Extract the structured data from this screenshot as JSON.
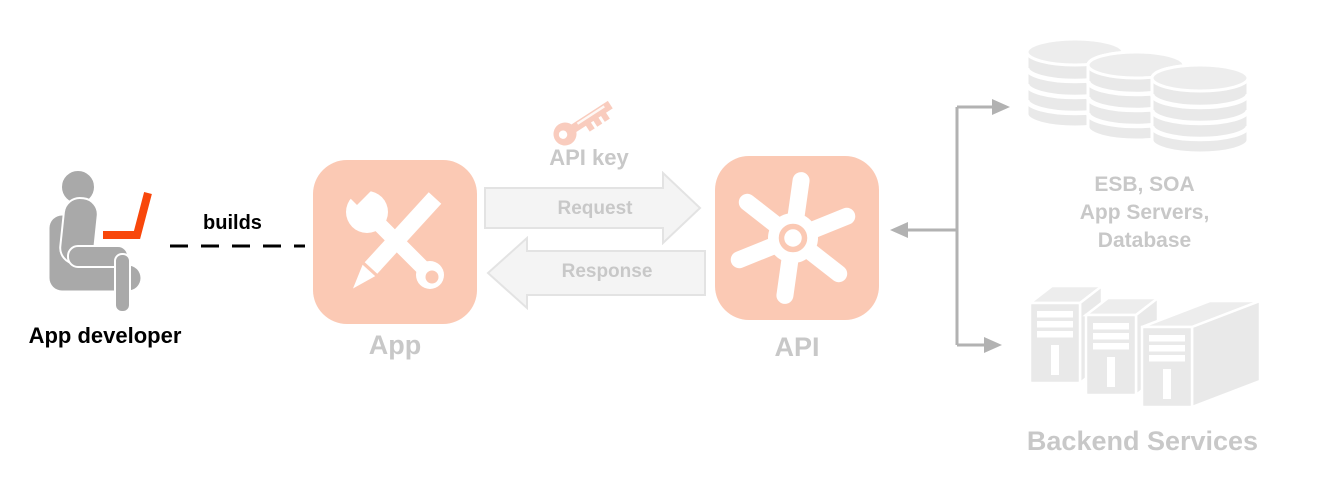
{
  "diagram": {
    "developer": {
      "label": "App developer",
      "icon": "person-laptop-icon"
    },
    "builds_edge": {
      "label": "builds",
      "style": "dashed"
    },
    "app_node": {
      "label": "App",
      "icon": "wrench-pencil-icon"
    },
    "api_node": {
      "label": "API",
      "icon": "gear-icon"
    },
    "api_key": {
      "label": "API key",
      "icon": "key-icon"
    },
    "request_arrow": {
      "label": "Request",
      "direction": "right"
    },
    "response_arrow": {
      "label": "Response",
      "direction": "left"
    },
    "esb_node": {
      "label": "ESB, SOA\nApp Servers,\nDatabase",
      "icon": "database-stack-icon"
    },
    "backend_node": {
      "label": "Backend Services",
      "icon": "server-rack-icon"
    },
    "colors": {
      "node_fill": "#FBC9B4",
      "key_fill": "#F9CCBE",
      "laptop_orange": "#F8470B",
      "person_gray": "#A9A9A9",
      "faded_label_gray": "#C8C8C8",
      "figure_gray": "#E9E9E9",
      "figure_top_gray": "#EDEDED",
      "arrow_fill": "#F4F4F4",
      "arrow_border": "#E3E3E3",
      "connector_gray": "#B2B2B2",
      "text_black": "#000000"
    }
  }
}
